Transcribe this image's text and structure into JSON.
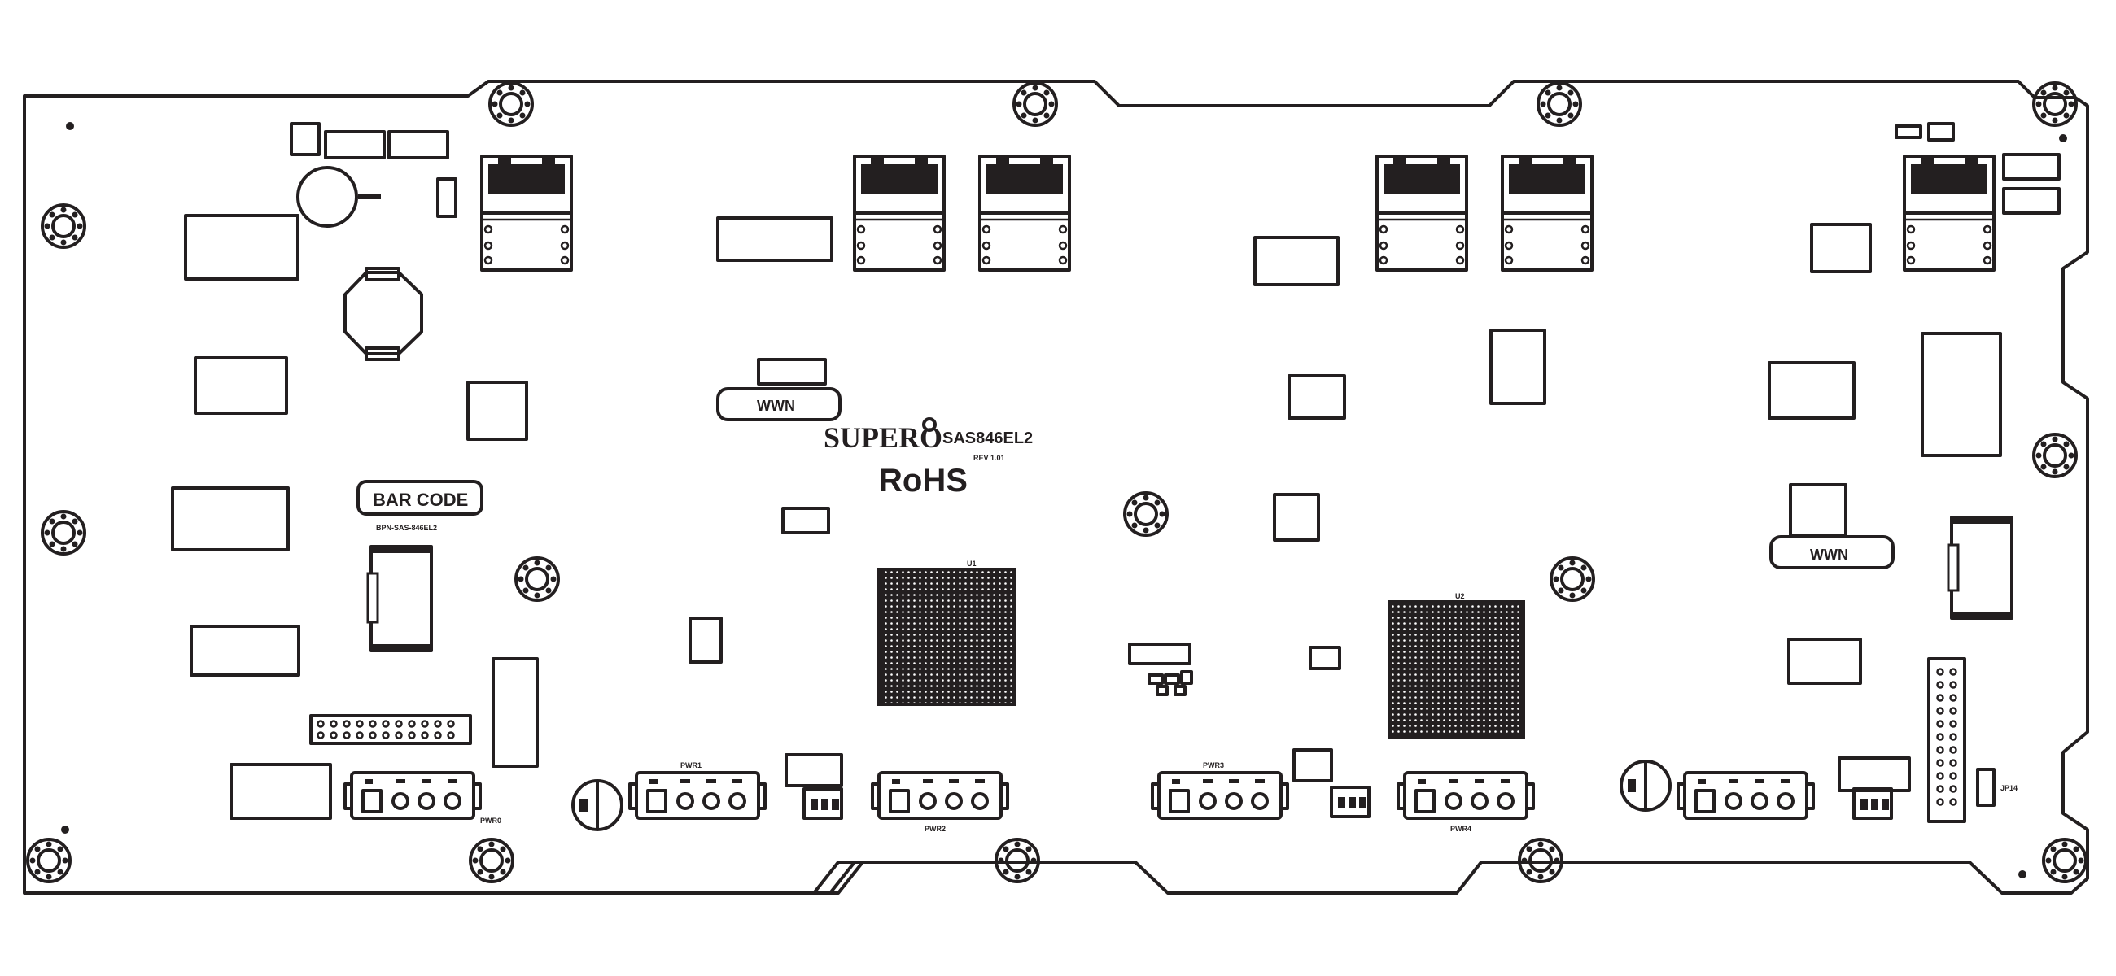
{
  "board": {
    "brand": "SUPERO",
    "model": "SAS846EL2",
    "revision": "REV 1.01",
    "rohs": "RoHS",
    "barcode_label": "BAR CODE",
    "barcode_sub": "BPN-SAS-846EL2",
    "wwn_label_1": "WWN",
    "wwn_label_2": "WWN",
    "chip_label_1": "U1",
    "chip_label_2": "U2",
    "power_connectors": [
      "PWR0",
      "PWR1",
      "PWR2",
      "PWR3",
      "PWR4"
    ],
    "jumper_label": "JP14"
  },
  "colors": {
    "ink": "#231f20",
    "background": "#ffffff"
  }
}
